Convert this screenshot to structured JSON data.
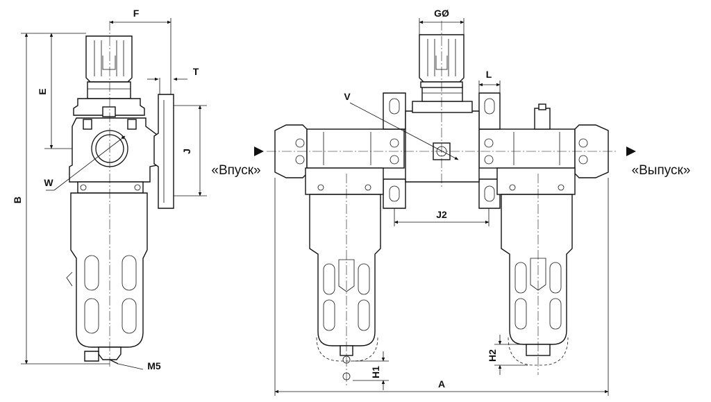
{
  "labels": {
    "F": "F",
    "E": "E",
    "T": "T",
    "J": "J",
    "W": "W",
    "B": "B",
    "M5": "M5",
    "G": "GØ",
    "L": "L",
    "V": "V",
    "J2": "J2",
    "A": "A",
    "H1": "H1",
    "H2": "H2"
  },
  "ports": {
    "inlet": "«Впуск»",
    "outlet": "«Выпуск»"
  }
}
